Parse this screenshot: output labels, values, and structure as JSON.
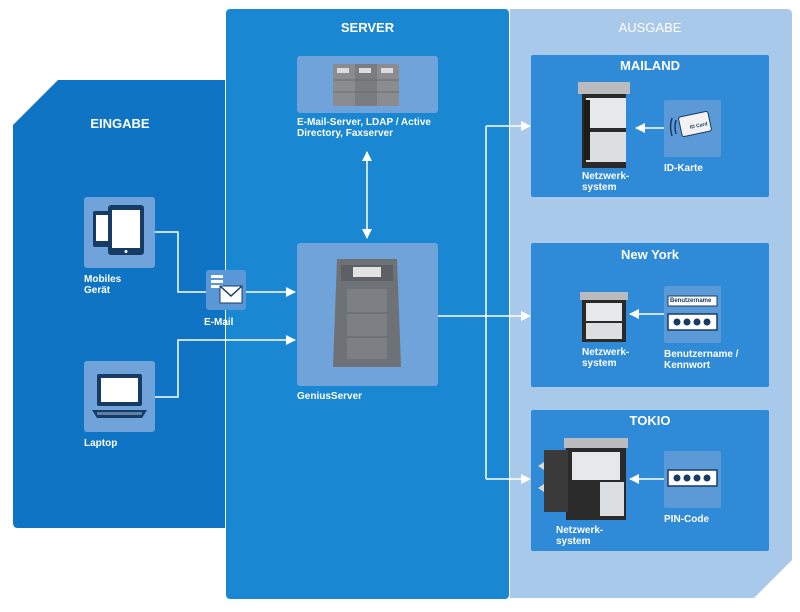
{
  "sections": {
    "input_title": "EINGABE",
    "server_title": "SERVER",
    "output_title": "AUSGABE"
  },
  "input": {
    "mobile_label_line1": "Mobiles",
    "mobile_label_line2": "Gerät",
    "laptop_label": "Laptop",
    "email_label": "E-Mail"
  },
  "server": {
    "backend_label_line1": "E-Mail-Server, LDAP / Active",
    "backend_label_line2": "Directory, Faxserver",
    "genius_label": "GeniusServer"
  },
  "output": {
    "locations": [
      {
        "city": "MAILAND",
        "device_line1": "Netzwerk-",
        "device_line2": "system",
        "auth_line1": "ID-Karte",
        "auth_line2": "",
        "card_text": "ID Card"
      },
      {
        "city": "New York",
        "device_line1": "Netzwerk-",
        "device_line2": "system",
        "auth_line1": "Benutzername /",
        "auth_line2": "Kennwort",
        "field_text": "Benutzername"
      },
      {
        "city": "TOKIO",
        "device_line1": "Netzwerk-",
        "device_line2": "system",
        "auth_line1": "PIN-Code",
        "auth_line2": ""
      }
    ]
  },
  "colors": {
    "input_panel": "#0f74c4",
    "server_panel": "#1a87d2",
    "output_panel": "#a9c9ea",
    "tile": "#6fa3d9",
    "city_box": "#2f8ad8",
    "connector": "#ffffff"
  }
}
